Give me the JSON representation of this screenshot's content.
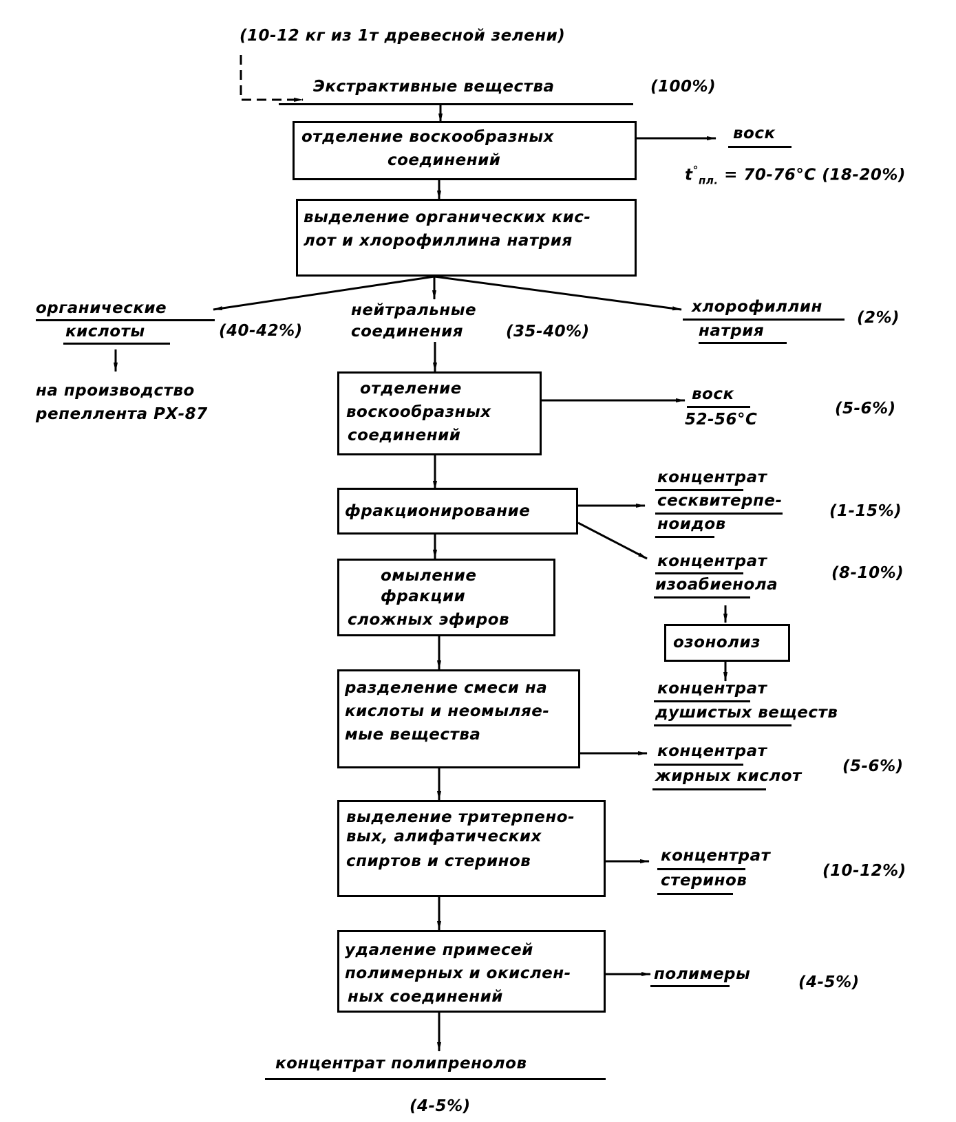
{
  "diagram": {
    "source_note": "(10-12 кг из 1т древесной зелени)",
    "start": {
      "label": "Экстрактивные вещества",
      "pct": "(100%)"
    },
    "steps": [
      {
        "id": "s1",
        "lines": [
          "отделение  воскообразных",
          "соединений"
        ]
      },
      {
        "id": "s2",
        "lines": [
          "выделение  органических  кис-",
          "лот и хлорофиллина натрия"
        ]
      },
      {
        "id": "s3",
        "lines": [
          "отделение",
          "воскообразных",
          "соединений"
        ]
      },
      {
        "id": "s4",
        "lines": [
          "фракционирование"
        ]
      },
      {
        "id": "s5",
        "lines": [
          "омыление",
          "фракции",
          "сложных  эфиров"
        ]
      },
      {
        "id": "s6",
        "lines": [
          "разделение смеси на",
          "кислоты и неомыляе-",
          "мые вещества"
        ]
      },
      {
        "id": "s7",
        "lines": [
          "выделение тритерпено-",
          "вых, алифатических",
          "спиртов и стеринов"
        ]
      },
      {
        "id": "s8",
        "lines": [
          "удаление примесей",
          "полимерных и окислен-",
          "ных  соединений"
        ]
      },
      {
        "id": "s9",
        "lines": [
          "озонолиз"
        ]
      }
    ],
    "products": {
      "wax1": {
        "label": "воск",
        "note": "t°пл. = 70-76°C (18-20%)",
        "t": "t",
        "deg": "°",
        "sub": "пл.",
        "rest": "= 70-76°C (18-20%)"
      },
      "org_acids": {
        "lines": [
          "органические",
          "кислоты"
        ],
        "pct": "(40-42%)"
      },
      "org_acids_use": {
        "lines": [
          "на производство",
          "репеллента РХ-87"
        ]
      },
      "neutral": {
        "lines": [
          "нейтральные",
          "соединения"
        ],
        "pct": "(35-40%)"
      },
      "chlorophyllin": {
        "lines": [
          "хлорофиллин",
          "натрия"
        ],
        "pct": "(2%)"
      },
      "wax2": {
        "lines": [
          "воск",
          "52-56°C"
        ],
        "pct": "(5-6%)"
      },
      "sesqui": {
        "lines": [
          "концентрат",
          "сесквитерпе-",
          "ноидов"
        ],
        "pct": "(1-15%)"
      },
      "isoabienol": {
        "lines": [
          "концентрат",
          "изоабиенола"
        ],
        "pct": "(8-10%)"
      },
      "fragrance": {
        "lines": [
          "концентрат",
          "душистых веществ"
        ]
      },
      "fatty_acids": {
        "lines": [
          "концентрат",
          "жирных кислот"
        ],
        "pct": "(5-6%)"
      },
      "sterols": {
        "lines": [
          "концентрат",
          "стеринов"
        ],
        "pct": "(10-12%)"
      },
      "polymers": {
        "label": "полимеры",
        "pct": "(4-5%)"
      },
      "final": {
        "label": "концентрат  полипренолов",
        "pct": "(4-5%)"
      }
    }
  }
}
